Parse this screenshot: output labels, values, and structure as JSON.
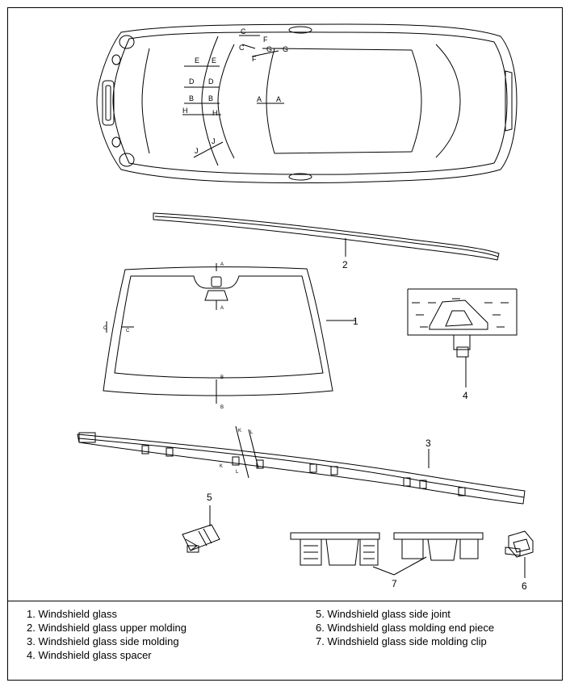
{
  "callouts": {
    "c1": "1",
    "c2": "2",
    "c3": "3",
    "c4": "4",
    "c5": "5",
    "c6": "6",
    "c7": "7"
  },
  "section_marks": {
    "car": [
      "E",
      "E",
      "D",
      "D",
      "B",
      "B",
      "H",
      "H",
      "J",
      "J",
      "A",
      "A",
      "C",
      "C",
      "F",
      "F",
      "G",
      "G"
    ],
    "glass": [
      "A",
      "A",
      "C",
      "C",
      "B",
      "B"
    ],
    "molding": [
      "K",
      "K",
      "L",
      "L"
    ]
  },
  "legend": {
    "left": [
      "1. Windshield glass",
      "2. Windshield glass upper molding",
      "3. Windshield glass side molding",
      "4. Windshield glass spacer"
    ],
    "right": [
      "5. Windshield glass side joint",
      "6. Windshield glass molding end piece",
      "7. Windshield glass side molding clip"
    ]
  }
}
